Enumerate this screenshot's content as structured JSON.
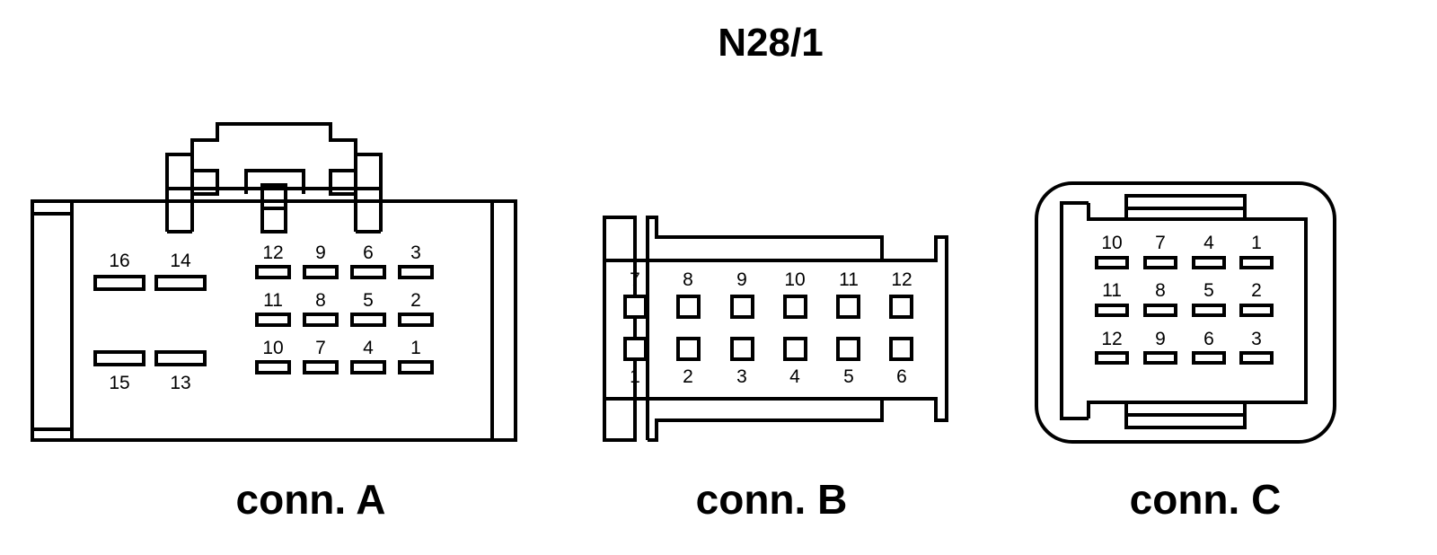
{
  "title": "N28/1",
  "connectors": [
    {
      "label": "conn. A",
      "pins": [
        {
          "n": "16"
        },
        {
          "n": "14"
        },
        {
          "n": "15"
        },
        {
          "n": "13"
        },
        {
          "n": "12"
        },
        {
          "n": "9"
        },
        {
          "n": "6"
        },
        {
          "n": "3"
        },
        {
          "n": "11"
        },
        {
          "n": "8"
        },
        {
          "n": "5"
        },
        {
          "n": "2"
        },
        {
          "n": "10"
        },
        {
          "n": "7"
        },
        {
          "n": "4"
        },
        {
          "n": "1"
        }
      ]
    },
    {
      "label": "conn. B",
      "pins": [
        {
          "n": "7"
        },
        {
          "n": "8"
        },
        {
          "n": "9"
        },
        {
          "n": "10"
        },
        {
          "n": "11"
        },
        {
          "n": "12"
        },
        {
          "n": "1"
        },
        {
          "n": "2"
        },
        {
          "n": "3"
        },
        {
          "n": "4"
        },
        {
          "n": "5"
        },
        {
          "n": "6"
        }
      ]
    },
    {
      "label": "conn. C",
      "pins": [
        {
          "n": "10"
        },
        {
          "n": "7"
        },
        {
          "n": "4"
        },
        {
          "n": "1"
        },
        {
          "n": "11"
        },
        {
          "n": "8"
        },
        {
          "n": "5"
        },
        {
          "n": "2"
        },
        {
          "n": "12"
        },
        {
          "n": "9"
        },
        {
          "n": "6"
        },
        {
          "n": "3"
        }
      ]
    }
  ]
}
